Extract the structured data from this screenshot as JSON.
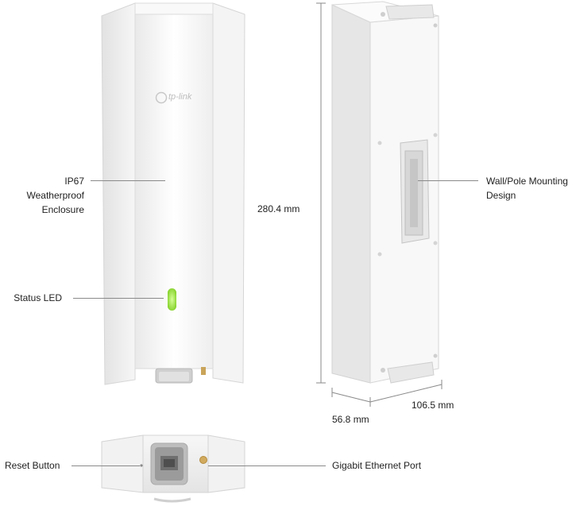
{
  "brand": {
    "logo_text": "tp-link"
  },
  "labels": {
    "ip67_line1": "IP67",
    "ip67_line2": "Weatherproof",
    "ip67_line3": "Enclosure",
    "status_led": "Status LED",
    "height_dim": "280.4 mm",
    "mounting_line1": "Wall/Pole Mounting",
    "mounting_line2": "Design",
    "depth_dim": "56.8 mm",
    "width_dim": "106.5 mm",
    "reset_button": "Reset Button",
    "ethernet_port": "Gigabit Ethernet Port"
  },
  "colors": {
    "led": "#9be23a",
    "body": "#f3f3f3",
    "shadow": "#d9d9d9",
    "line": "#8a8a8a"
  }
}
